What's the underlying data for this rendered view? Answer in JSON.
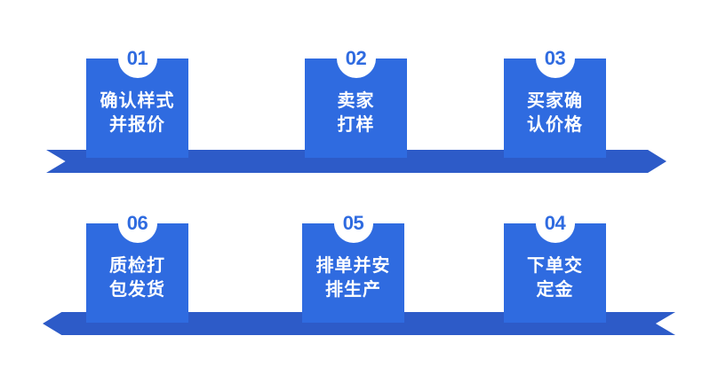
{
  "colors": {
    "card_blue": "#2F6BE0",
    "band_blue": "#2D5BC8",
    "number_blue": "#2F6BE0",
    "background": "#FFFFFF",
    "label_text": "#FFFFFF"
  },
  "rows": [
    {
      "direction": "left-to-right",
      "steps": [
        {
          "number": "01",
          "label": "确认样式\n并报价"
        },
        {
          "number": "02",
          "label": "卖家\n打样"
        },
        {
          "number": "03",
          "label": "买家确\n认价格"
        }
      ]
    },
    {
      "direction": "right-to-left",
      "steps": [
        {
          "number": "06",
          "label": "质检打\n包发货"
        },
        {
          "number": "05",
          "label": "排单并安\n排生产"
        },
        {
          "number": "04",
          "label": "下单交\n定金"
        }
      ]
    }
  ]
}
